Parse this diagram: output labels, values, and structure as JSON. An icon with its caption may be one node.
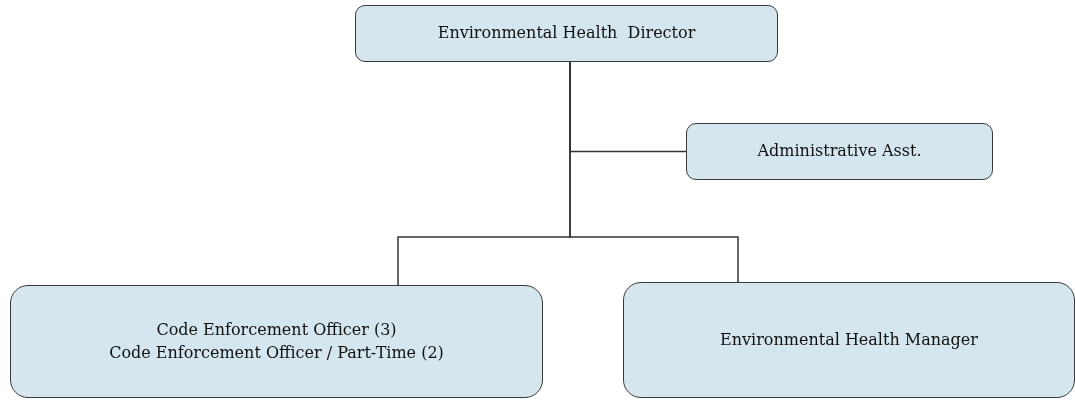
{
  "diagram": {
    "nodes": [
      {
        "text": [
          "Environmental Health  Director"
        ]
      },
      {
        "text": [
          "Administrative Asst."
        ]
      },
      {
        "text": [
          "Code Enforcement Officer (3)",
          "Code Enforcement Officer / Part-Time (2)"
        ]
      },
      {
        "text": [
          "Environmental Health Manager"
        ]
      }
    ],
    "edges": [
      {
        "from": 0,
        "to": 1,
        "arrow": "none"
      },
      {
        "from": 0,
        "to": 2,
        "arrow": "none"
      },
      {
        "from": 0,
        "to": 3,
        "arrow": "none"
      }
    ]
  }
}
